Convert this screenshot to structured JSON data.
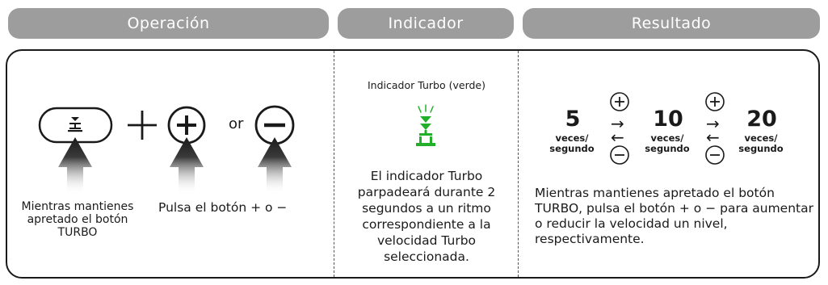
{
  "headers": {
    "operation": "Operación",
    "indicator": "Indicador",
    "result": "Resultado"
  },
  "operation": {
    "or_label": "or",
    "hold_label": "Mientras mantienes apretado el botón TURBO",
    "press_label": "Pulsa el botón + o −"
  },
  "indicator": {
    "label": "Indicador Turbo (verde)",
    "description": "El indicador Turbo parpadeará durante 2 segundos a un ritmo correspondiente a la velocidad Turbo seleccionada."
  },
  "result": {
    "speeds": [
      {
        "value": "5",
        "unit_line1": "veces/",
        "unit_line2": "segundo"
      },
      {
        "value": "10",
        "unit_line1": "veces/",
        "unit_line2": "segundo"
      },
      {
        "value": "20",
        "unit_line1": "veces/",
        "unit_line2": "segundo"
      }
    ],
    "arrow_right": "→",
    "arrow_left": "←",
    "description": "Mientras mantienes apretado el botón TURBO, pulsa el botón + o − para aumentar o reducir la velocidad un nivel, respectivamente."
  },
  "colors": {
    "header_bg": "#9d9d9d",
    "indicator_green": "#22b02a",
    "text": "#1a1a1a"
  },
  "icons": {
    "turbo_button": "turbo-button-icon",
    "plus_button": "plus-button-icon",
    "minus_button": "minus-button-icon",
    "press_arrow": "press-arrow-icon",
    "turbo_indicator": "turbo-indicator-icon"
  }
}
